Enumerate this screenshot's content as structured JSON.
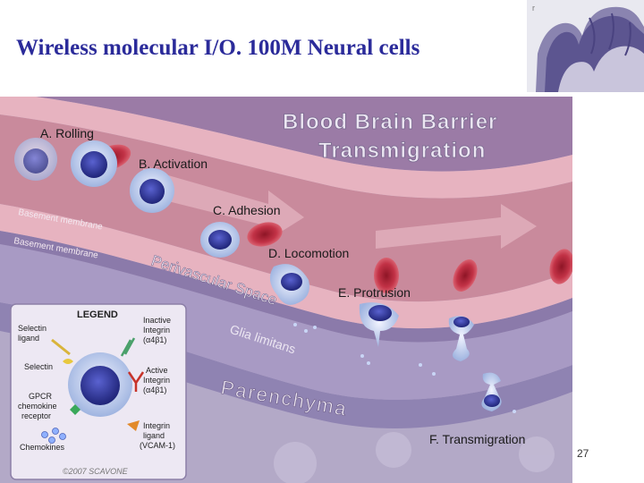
{
  "slide": {
    "title": "Wireless molecular I/O. 100M Neural cells",
    "page_number": "27"
  },
  "figure": {
    "title_line1": "Blood Brain Barrier",
    "title_line2": "Transmigration",
    "steps": [
      "A. Rolling",
      "B. Activation",
      "C. Adhesion",
      "D. Locomotion",
      "E. Protrusion",
      "F. Transmigration"
    ],
    "regions": {
      "basement_membrane_1": "Basement membrane",
      "basement_membrane_2": "Basement membrane",
      "perivascular_space": "Perivascular Space",
      "glia_limitans": "Glia limitans",
      "parenchyma": "Parenchyma"
    },
    "legend": {
      "title": "LEGEND",
      "selectin_ligand": [
        "Selectin",
        "ligand"
      ],
      "selectin": "Selectin",
      "gpcr": [
        "GPCR",
        "chemokine",
        "receptor"
      ],
      "chemokines": "Chemokines",
      "inactive_integrin": [
        "Inactive",
        "Integrin",
        "(α4β1)"
      ],
      "active_integrin": [
        "Active",
        "Integrin",
        "(α4β1)"
      ],
      "integrin_ligand": [
        "Integrin",
        "ligand",
        "(VCAM-1)"
      ]
    },
    "credit": "©2007 SCAVONE",
    "colors": {
      "vessel_lumen": "#c98a9c",
      "endothelium": "#e7b3c0",
      "membrane": "#9c8bb8",
      "perivascular": "#a89ac4",
      "parenchyma": "#b3a9c7",
      "rbc": "#b5263a",
      "cell_nucleus": "#3a3fa6",
      "title_text": "#2b2b9a"
    }
  }
}
